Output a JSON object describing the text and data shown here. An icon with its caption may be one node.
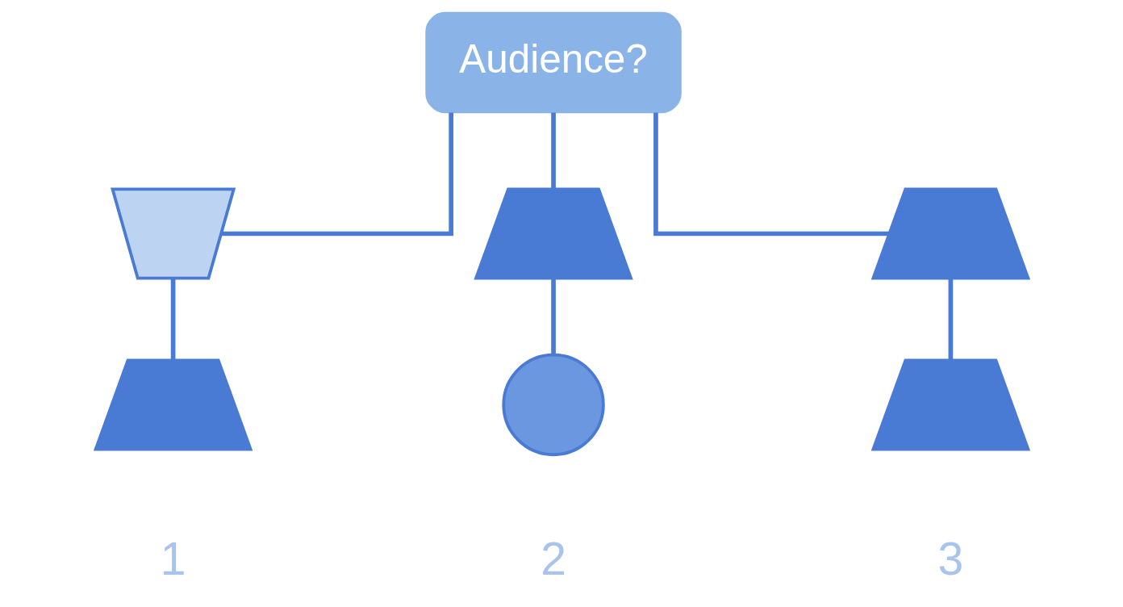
{
  "diagram": {
    "nodes": [
      {
        "text": [
          "Audience?"
        ]
      },
      {
        "text": [],
        "shape": "cap"
      },
      {
        "text": [],
        "shape": "hat"
      },
      {
        "text": [],
        "shape": "hat"
      },
      {
        "text": [],
        "shape": "hat"
      },
      {
        "text": [],
        "shape": "circle"
      },
      {
        "text": [],
        "shape": "hat"
      }
    ],
    "edges": [
      {
        "from": 0,
        "to": 1,
        "arrow": "none"
      },
      {
        "from": 0,
        "to": 2,
        "arrow": "none"
      },
      {
        "from": 0,
        "to": 3,
        "arrow": "none"
      },
      {
        "from": 1,
        "to": 4,
        "arrow": "none"
      },
      {
        "from": 2,
        "to": 5,
        "arrow": "none"
      },
      {
        "from": 3,
        "to": 6,
        "arrow": "none"
      }
    ],
    "labels": [
      "1",
      "2",
      "3"
    ]
  }
}
